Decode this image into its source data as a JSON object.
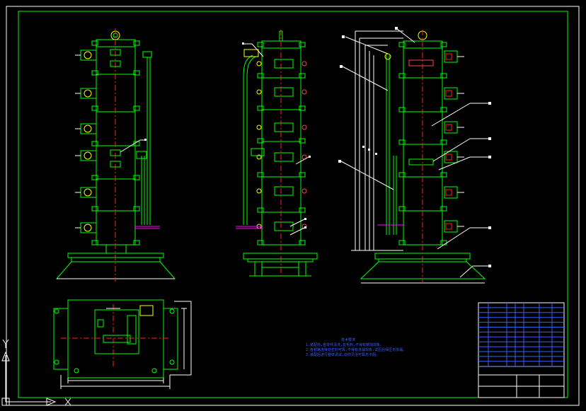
{
  "drawing": {
    "background": "#000000",
    "frame_color": "#ffffff",
    "part_color": "#00ff00",
    "centerline_color": "#ff2020",
    "annotation_color": "#3a5fff",
    "accent_color": "#ffff00",
    "magenta_color": "#ff00ff"
  },
  "notes": {
    "heading": "技术要求",
    "lines": [
      "1.装配前,各零件清洗,去毛刺,不得有锈蚀现象。",
      "2.各管路连接处密封可靠,不得有渗漏现象,试压后保压无渗漏。",
      "3.装配后进行整体调试,动作灵活可靠无卡阻。"
    ]
  },
  "ucs": {
    "x_label": "X",
    "y_label": "Y"
  },
  "title_block": {
    "label": "title-block",
    "rows": 14
  }
}
